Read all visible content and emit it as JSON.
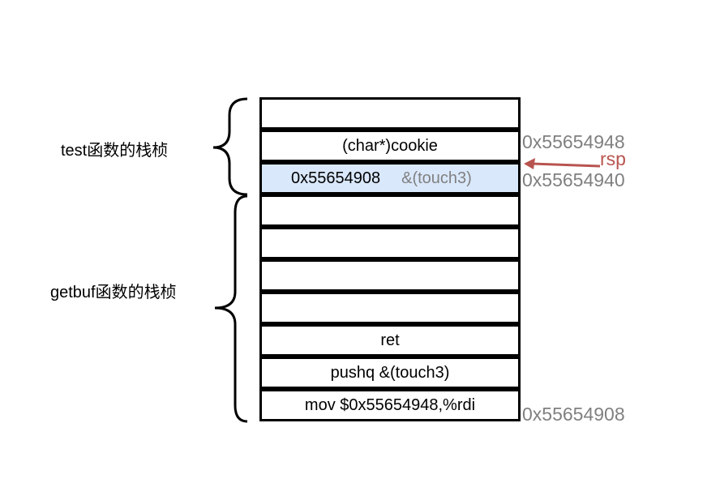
{
  "frames": {
    "test_label": "test函数的栈桢",
    "getbuf_label": "getbuf函数的栈桢"
  },
  "stack_cells": [
    {
      "text": "",
      "highlight": false
    },
    {
      "text": "(char*)cookie",
      "highlight": false
    },
    {
      "text": "0x55654908",
      "sub": "&(touch3)",
      "highlight": true
    },
    {
      "text": "",
      "highlight": false
    },
    {
      "text": "",
      "highlight": false
    },
    {
      "text": "",
      "highlight": false
    },
    {
      "text": "",
      "highlight": false
    },
    {
      "text": "ret",
      "highlight": false
    },
    {
      "text": "pushq &(touch3)",
      "highlight": false
    },
    {
      "text": "mov $0x55654948,%rdi",
      "highlight": false
    }
  ],
  "addresses": {
    "addr_cookie": "0x55654948",
    "addr_touch3": "0x55654940",
    "addr_bottom": "0x55654908"
  },
  "pointer": {
    "label": "rsp",
    "color": "#b85450"
  },
  "colors": {
    "highlight_fill": "#dae8fc",
    "address_text": "#808080"
  }
}
